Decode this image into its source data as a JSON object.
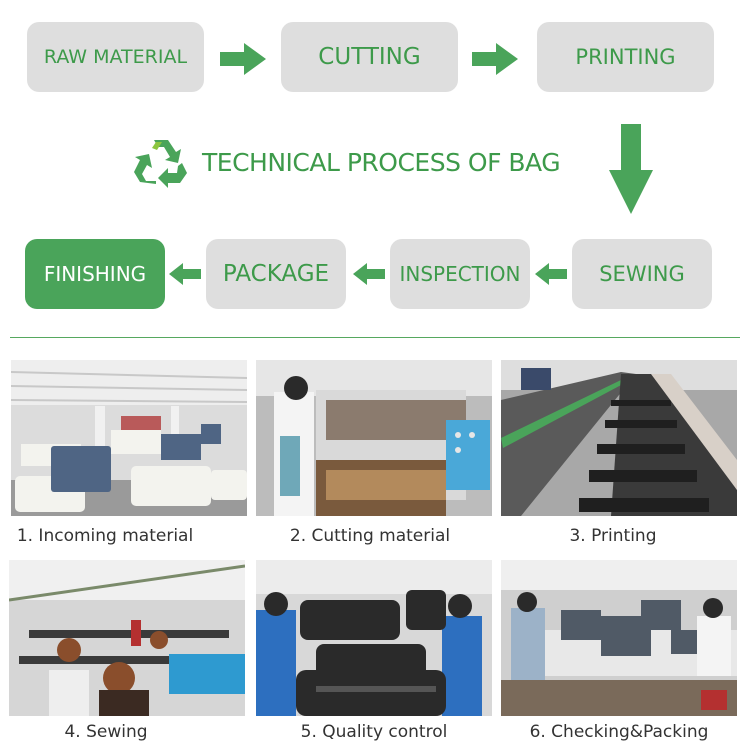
{
  "process": {
    "title": "TECHNICAL PROCESS OF BAG",
    "steps": [
      {
        "label": "RAW MATERIAL"
      },
      {
        "label": "CUTTING"
      },
      {
        "label": "PRINTING"
      },
      {
        "label": "SEWING"
      },
      {
        "label": "INSPECTION"
      },
      {
        "label": "PACKAGE"
      },
      {
        "label": "FINISHING"
      }
    ]
  },
  "photos": [
    {
      "caption": "1. Incoming material"
    },
    {
      "caption": "2. Cutting material"
    },
    {
      "caption": "3. Printing"
    },
    {
      "caption": "4. Sewing"
    },
    {
      "caption": "5. Quality control"
    },
    {
      "caption": "6. Checking&Packing"
    }
  ],
  "colors": {
    "accent": "#4aa45a",
    "box": "#dedede"
  }
}
